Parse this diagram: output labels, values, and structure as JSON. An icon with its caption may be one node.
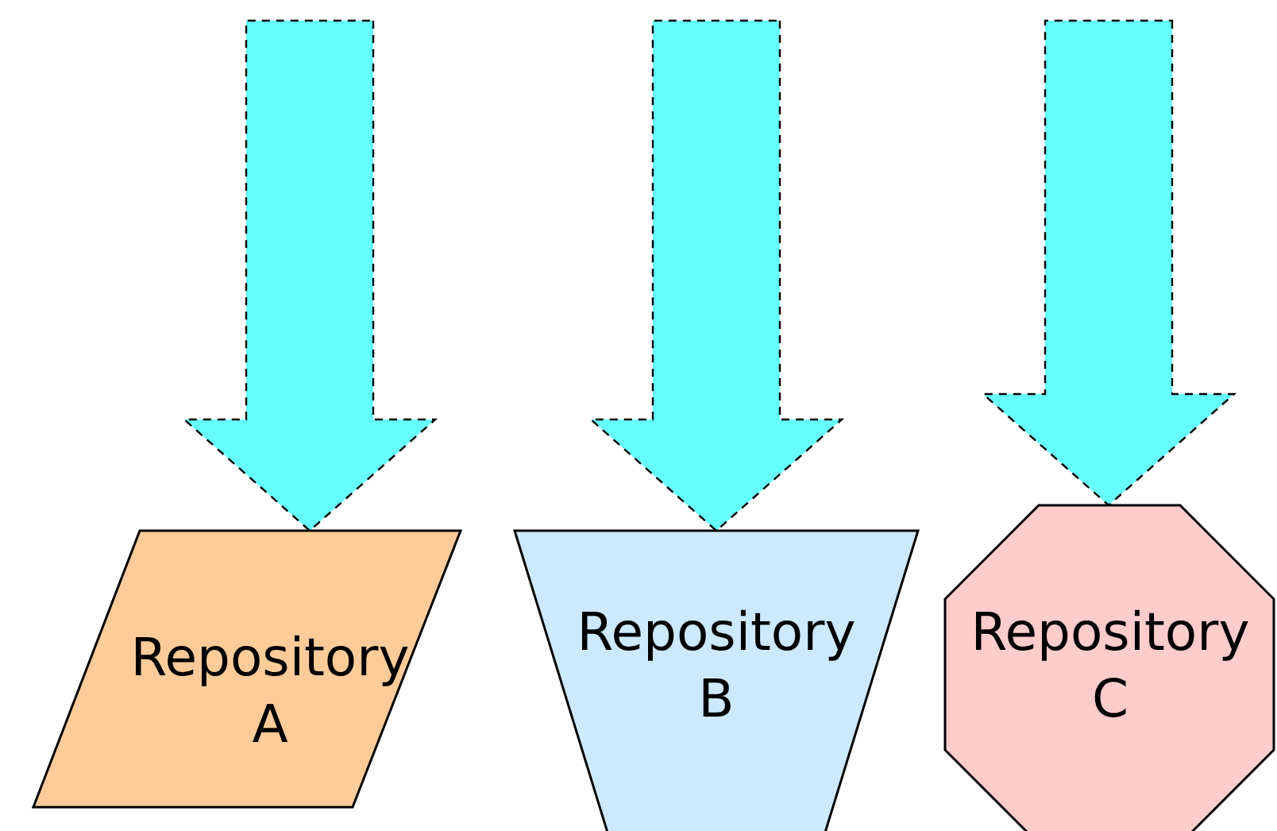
{
  "diagram": {
    "nodes": [
      {
        "text": [
          "Repository A"
        ]
      },
      {
        "text": [
          "Repository B"
        ]
      },
      {
        "text": [
          "Repository C"
        ]
      }
    ],
    "edges": [
      {
        "from": null,
        "to": 0,
        "arrow": "to",
        "style": "dashed"
      },
      {
        "from": null,
        "to": 1,
        "arrow": "to",
        "style": "dashed"
      },
      {
        "from": null,
        "to": 2,
        "arrow": "to",
        "style": "dashed"
      }
    ]
  }
}
